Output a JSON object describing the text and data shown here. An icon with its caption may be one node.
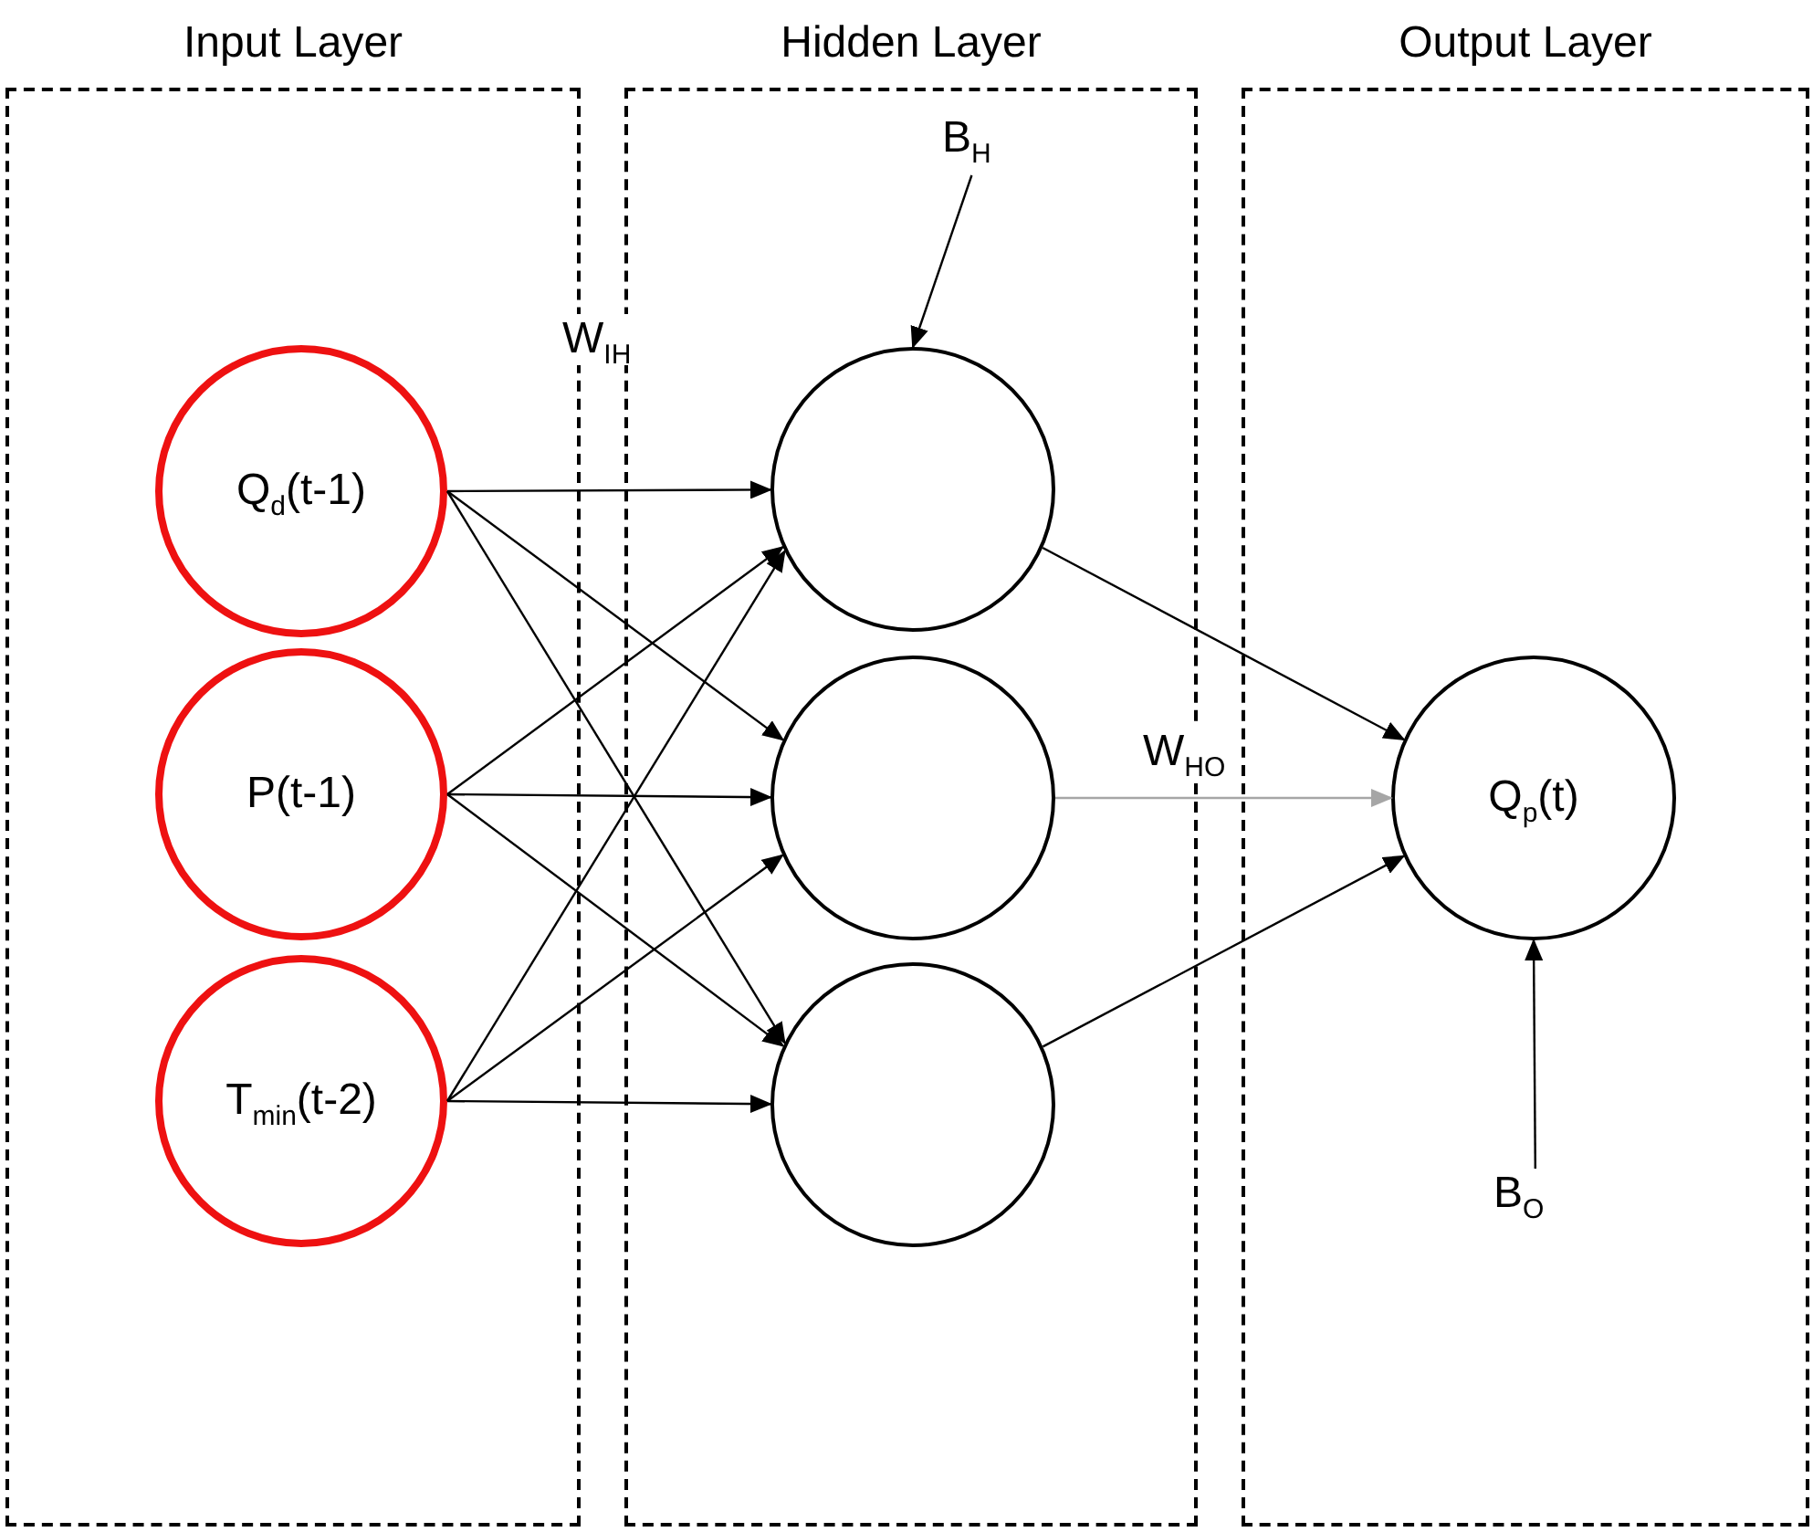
{
  "diagram": {
    "nodes": [
      {
        "text": [
          "Input Layer"
        ]
      },
      {
        "text": [
          "Hidden Layer"
        ]
      },
      {
        "text": [
          "Output Layer"
        ]
      },
      {
        "text": [
          "Q$_{d}$(t-1)"
        ],
        "in": 0
      },
      {
        "text": [
          "P(t-1)"
        ],
        "in": 0
      },
      {
        "text": [
          "T$_{min}$(t-2)"
        ],
        "in": 0
      },
      {
        "text": [],
        "shape": "circle",
        "in": 1
      },
      {
        "text": [],
        "shape": "circle",
        "in": 1
      },
      {
        "text": [],
        "shape": "circle",
        "in": 1
      },
      {
        "text": [
          "Q$_{p}$(t)"
        ],
        "in": 2
      },
      {
        "text": [
          "B$_{H}$"
        ],
        "in": 1
      },
      {
        "text": [
          "B$_{O}$"
        ],
        "in": 2
      }
    ],
    "edges": [
      {
        "from": 3,
        "to": 6,
        "arrow": "to"
      },
      {
        "from": 3,
        "to": 7,
        "arrow": "to"
      },
      {
        "from": 3,
        "to": 8,
        "arrow": "to"
      },
      {
        "from": 4,
        "to": 6,
        "arrow": "to"
      },
      {
        "from": 4,
        "to": 7,
        "arrow": "to"
      },
      {
        "from": 4,
        "to": 8,
        "arrow": "to"
      },
      {
        "from": 5,
        "to": 6,
        "arrow": "to"
      },
      {
        "from": 5,
        "to": 7,
        "arrow": "to"
      },
      {
        "from": 5,
        "to": 8,
        "arrow": "to"
      },
      {
        "from": 6,
        "to": 9,
        "arrow": "to"
      },
      {
        "from": 7,
        "to": 9,
        "arrow": "to",
        "color": "#a6a6a6"
      },
      {
        "from": 8,
        "to": 9,
        "arrow": "to"
      },
      {
        "from": 10,
        "to": 6,
        "arrow": "to"
      },
      {
        "from": 11,
        "to": 9,
        "arrow": "to"
      }
    ],
    "labels": [
      "W$_{IH}$",
      "W$_{HO}$"
    ]
  }
}
